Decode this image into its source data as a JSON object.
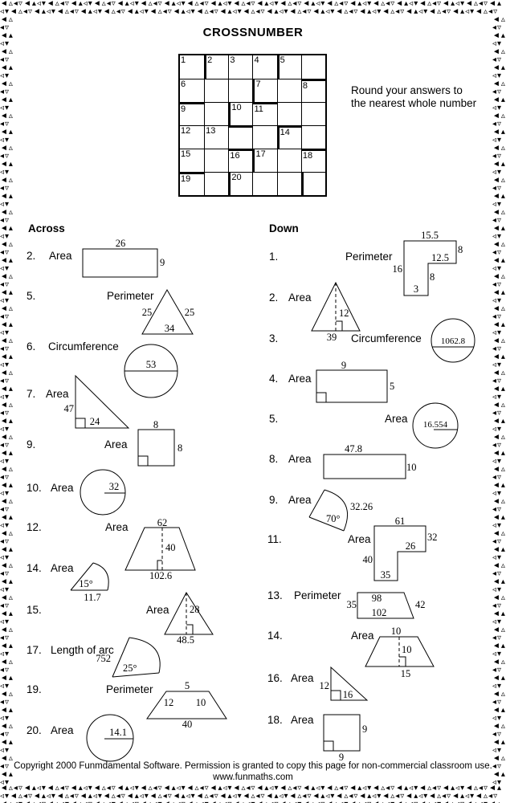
{
  "page": {
    "title": "CROSSNUMBER",
    "note": "Round your answers to the nearest whole number",
    "footer_line1": "Copyright 2000 Funmdamental Software.  Permission is granted to copy this page for non-commercial classroom use.",
    "footer_line2": "www.funmaths.com"
  },
  "border": {
    "pattern": "◄▵◂▿◄▴◃▾"
  },
  "grid": {
    "rows": 6,
    "cols": 6,
    "cells": [
      {
        "n": "1"
      },
      {
        "n": "2",
        "bl": 1
      },
      {
        "n": "3"
      },
      {
        "n": "4"
      },
      {
        "n": "5",
        "bl": 1
      },
      {},
      {
        "n": "6"
      },
      {},
      {},
      {
        "n": "7",
        "bl": 1
      },
      {},
      {
        "n": "8",
        "bt": 1
      },
      {
        "n": "9",
        "bt": 1
      },
      {},
      {
        "n": "10",
        "bl": 1
      },
      {
        "n": "11",
        "bt": 1
      },
      {},
      {},
      {
        "n": "12"
      },
      {
        "n": "13"
      },
      {
        "bt": 1
      },
      {},
      {
        "n": "14",
        "bl": 1,
        "bt": 1
      },
      {},
      {
        "n": "15"
      },
      {},
      {
        "n": "16",
        "bt": 1
      },
      {
        "n": "17",
        "bl": 1
      },
      {},
      {
        "n": "18",
        "bt": 1
      },
      {
        "n": "19",
        "bt": 1
      },
      {},
      {
        "n": "20",
        "bl": 1
      },
      {},
      {},
      {
        "bl": 1
      }
    ]
  },
  "across": {
    "header": "Across",
    "clues": [
      {
        "num": "2.",
        "label": "Area",
        "shape": "rectangle",
        "dims": [
          "26",
          "9"
        ]
      },
      {
        "num": "5.",
        "label": "Perimeter",
        "shape": "isosceles-triangle",
        "dims": [
          "25",
          "25",
          "34"
        ]
      },
      {
        "num": "6.",
        "label": "Circumference",
        "shape": "circle-diameter",
        "dims": [
          "53"
        ]
      },
      {
        "num": "7.",
        "label": "Area",
        "shape": "right-triangle",
        "dims": [
          "47",
          "24"
        ]
      },
      {
        "num": "9.",
        "label": "Area",
        "shape": "square",
        "dims": [
          "8",
          "8"
        ]
      },
      {
        "num": "10.",
        "label": "Area",
        "shape": "circle-radius",
        "dims": [
          "32"
        ]
      },
      {
        "num": "12.",
        "label": "Area",
        "shape": "trapezoid",
        "dims": [
          "62",
          "40",
          "102.6"
        ]
      },
      {
        "num": "14.",
        "label": "Area",
        "shape": "sector",
        "dims": [
          "15°",
          "11.7"
        ]
      },
      {
        "num": "15.",
        "label": "Area",
        "shape": "triangle-height",
        "dims": [
          "28",
          "48.5"
        ]
      },
      {
        "num": "17.",
        "label": "Length of arc",
        "shape": "sector",
        "dims": [
          "752",
          "25°"
        ]
      },
      {
        "num": "19.",
        "label": "Perimeter",
        "shape": "trapezoid",
        "dims": [
          "5",
          "12",
          "10",
          "40"
        ]
      },
      {
        "num": "20.",
        "label": "Area",
        "shape": "circle-radius",
        "dims": [
          "14.1"
        ]
      }
    ]
  },
  "down": {
    "header": "Down",
    "clues": [
      {
        "num": "1.",
        "label": "Perimeter",
        "shape": "l-shape",
        "dims": [
          "15.5",
          "8",
          "12.5",
          "16",
          "8",
          "3"
        ]
      },
      {
        "num": "2.",
        "label": "Area",
        "shape": "triangle-height",
        "dims": [
          "12",
          "39"
        ]
      },
      {
        "num": "3.",
        "label": "Circumference",
        "shape": "circle-diameter",
        "dims": [
          "1062.8"
        ]
      },
      {
        "num": "4.",
        "label": "Area",
        "shape": "rectangle",
        "dims": [
          "9",
          "5"
        ]
      },
      {
        "num": "5.",
        "label": "Area",
        "shape": "circle-radius",
        "dims": [
          "16.554"
        ]
      },
      {
        "num": "8.",
        "label": "Area",
        "shape": "rectangle",
        "dims": [
          "47.8",
          "10"
        ]
      },
      {
        "num": "9.",
        "label": "Area",
        "shape": "sector",
        "dims": [
          "70°",
          "32.26"
        ]
      },
      {
        "num": "11.",
        "label": "Area",
        "shape": "l-shape",
        "dims": [
          "61",
          "32",
          "26",
          "40",
          "35"
        ]
      },
      {
        "num": "13.",
        "label": "Perimeter",
        "shape": "trapezoid",
        "dims": [
          "35",
          "98",
          "42",
          "102"
        ]
      },
      {
        "num": "14.",
        "label": "Area",
        "shape": "trapezoid-height",
        "dims": [
          "10",
          "10",
          "15"
        ]
      },
      {
        "num": "16.",
        "label": "Area",
        "shape": "right-triangle",
        "dims": [
          "12",
          "16"
        ]
      },
      {
        "num": "18.",
        "label": "Area",
        "shape": "square",
        "dims": [
          "9",
          "9"
        ]
      }
    ]
  }
}
